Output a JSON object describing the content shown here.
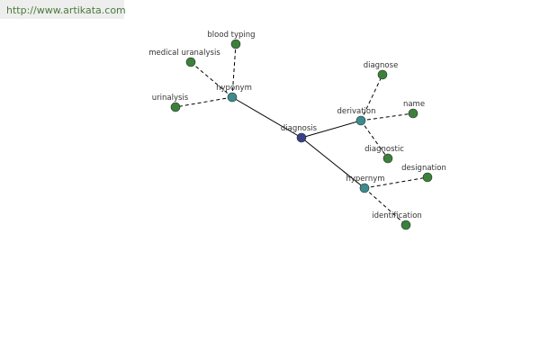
{
  "url": "http://www.artikata.com",
  "colors": {
    "center_node": "#3a3f8a",
    "relation_node": "#3f8a90",
    "leaf_node": "#3e7f3e",
    "solid_edge": "#000000",
    "dashed_edge": "#000000",
    "url_text": "#4a7a3c",
    "url_bg": "#eeeeee"
  },
  "graph": {
    "nodes": [
      {
        "id": "diagnosis",
        "label": "diagnosis",
        "kind": "center"
      },
      {
        "id": "hyponym",
        "label": "hyponym",
        "kind": "relation"
      },
      {
        "id": "derivation",
        "label": "derivation",
        "kind": "relation"
      },
      {
        "id": "hypernym",
        "label": "hypernym",
        "kind": "relation"
      },
      {
        "id": "blood_typing",
        "label": "blood typing",
        "kind": "leaf"
      },
      {
        "id": "medical_uranalysis",
        "label": "medical uranalysis",
        "kind": "leaf"
      },
      {
        "id": "urinalysis",
        "label": "urinalysis",
        "kind": "leaf"
      },
      {
        "id": "diagnose",
        "label": "diagnose",
        "kind": "leaf"
      },
      {
        "id": "name",
        "label": "name",
        "kind": "leaf"
      },
      {
        "id": "diagnostic",
        "label": "diagnostic",
        "kind": "leaf"
      },
      {
        "id": "designation",
        "label": "designation",
        "kind": "leaf"
      },
      {
        "id": "identification",
        "label": "identification",
        "kind": "leaf"
      }
    ],
    "edges": [
      {
        "from": "diagnosis",
        "to": "hyponym",
        "style": "solid"
      },
      {
        "from": "diagnosis",
        "to": "derivation",
        "style": "solid"
      },
      {
        "from": "diagnosis",
        "to": "hypernym",
        "style": "solid"
      },
      {
        "from": "hyponym",
        "to": "blood_typing",
        "style": "dashed"
      },
      {
        "from": "hyponym",
        "to": "medical_uranalysis",
        "style": "dashed"
      },
      {
        "from": "hyponym",
        "to": "urinalysis",
        "style": "dashed"
      },
      {
        "from": "derivation",
        "to": "diagnose",
        "style": "dashed"
      },
      {
        "from": "derivation",
        "to": "name",
        "style": "dashed"
      },
      {
        "from": "derivation",
        "to": "diagnostic",
        "style": "dashed"
      },
      {
        "from": "hypernym",
        "to": "designation",
        "style": "dashed"
      },
      {
        "from": "hypernym",
        "to": "identification",
        "style": "dashed"
      }
    ]
  }
}
